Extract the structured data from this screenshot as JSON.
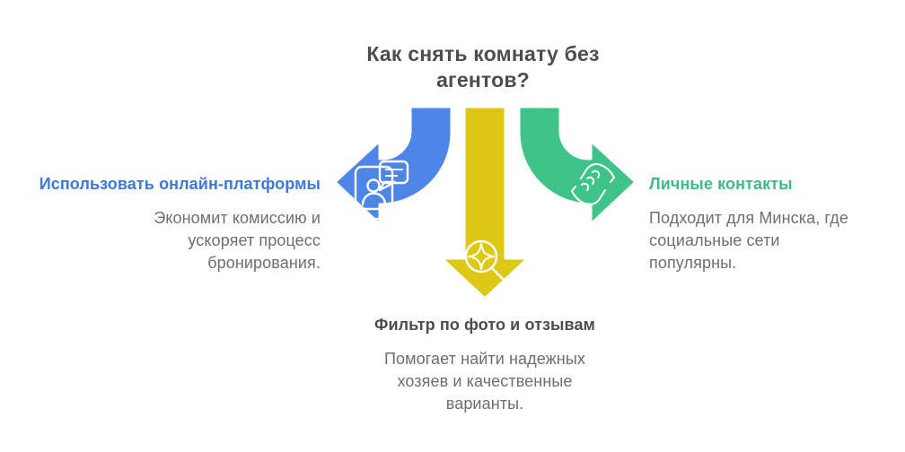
{
  "title_lines": [
    "Как снять комнату без",
    "агентов?"
  ],
  "colors": {
    "blue_arrow": "#4e86e8",
    "yellow_arrow": "#ddc915",
    "green_arrow": "#3ec488",
    "blue_heading": "#3b78e0",
    "green_heading": "#3cbd87",
    "dark_heading": "#4d4d4d",
    "body_text": "#6e6e6e",
    "title_text": "#4d4d4d",
    "icon_stroke": "#ffffff"
  },
  "items": [
    {
      "id": "online-platforms",
      "heading": "Использовать онлайн-платформы",
      "body_lines": [
        "Экономит комиссию и",
        "ускоряет процесс",
        "бронирования."
      ],
      "arrow": "curved-arrow-left",
      "icon": "phone-chat-icon"
    },
    {
      "id": "photo-filter",
      "heading": "Фильтр по фото и отзывам",
      "body_lines": [
        "Помогает найти надежных",
        "хозяев и качественные",
        "варианты."
      ],
      "arrow": "straight-arrow-down",
      "icon": "search-sparkle-icon"
    },
    {
      "id": "personal-contacts",
      "heading": "Личные контакты",
      "body_lines": [
        "Подходит для Минска, где",
        "социальные сети",
        "популярны."
      ],
      "arrow": "curved-arrow-right",
      "icon": "handshake-icon"
    }
  ]
}
